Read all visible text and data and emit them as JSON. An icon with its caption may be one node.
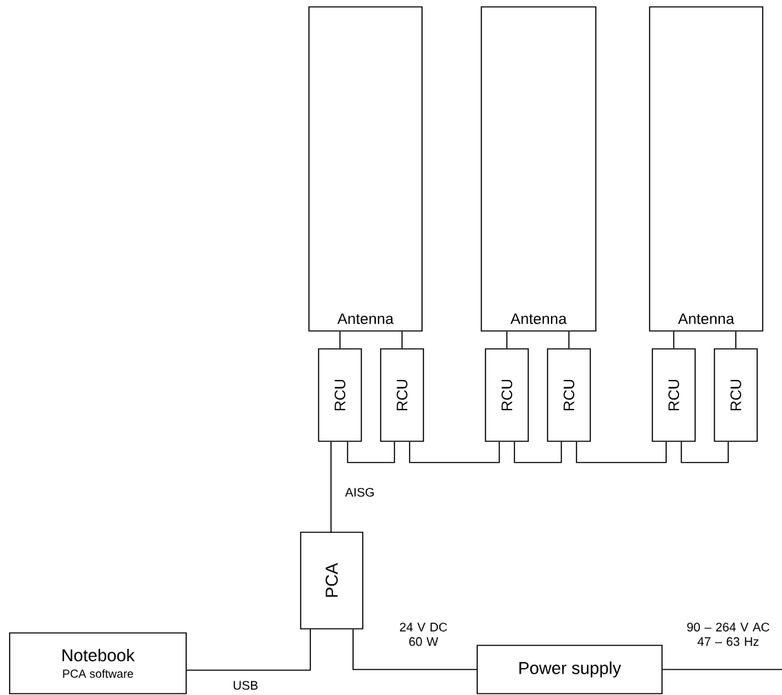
{
  "diagram": {
    "nodes": [
      {
        "text": [
          "Antenna"
        ]
      },
      {
        "text": [
          "Antenna"
        ]
      },
      {
        "text": [
          "Antenna"
        ]
      },
      {
        "text": [
          "RCU"
        ]
      },
      {
        "text": [
          "RCU"
        ]
      },
      {
        "text": [
          "RCU"
        ]
      },
      {
        "text": [
          "RCU"
        ]
      },
      {
        "text": [
          "RCU"
        ]
      },
      {
        "text": [
          "RCU"
        ]
      },
      {
        "text": [
          "PCA"
        ]
      },
      {
        "text": [
          "Notebook",
          "PCA software"
        ]
      },
      {
        "text": [
          "Power supply"
        ]
      }
    ],
    "edges": [
      {
        "from": 0,
        "to": 3,
        "arrow": "none"
      },
      {
        "from": 0,
        "to": 4,
        "arrow": "none"
      },
      {
        "from": 1,
        "to": 5,
        "arrow": "none"
      },
      {
        "from": 1,
        "to": 6,
        "arrow": "none"
      },
      {
        "from": 2,
        "to": 7,
        "arrow": "none"
      },
      {
        "from": 2,
        "to": 8,
        "arrow": "none"
      },
      {
        "from": 3,
        "to": 4,
        "arrow": "none"
      },
      {
        "from": 4,
        "to": 5,
        "arrow": "none"
      },
      {
        "from": 5,
        "to": 6,
        "arrow": "none"
      },
      {
        "from": 6,
        "to": 7,
        "arrow": "none"
      },
      {
        "from": 7,
        "to": 8,
        "arrow": "none"
      },
      {
        "from": 3,
        "to": 9,
        "label": "AISG",
        "arrow": "none"
      },
      {
        "from": 9,
        "to": 10,
        "label": "USB",
        "arrow": "none"
      },
      {
        "from": 9,
        "to": 11,
        "label": "24 V DC 60 W",
        "arrow": "none"
      },
      {
        "from": 11,
        "to": null,
        "label": "90 – 264 V AC 47 – 63 Hz",
        "arrow": "none"
      }
    ]
  }
}
